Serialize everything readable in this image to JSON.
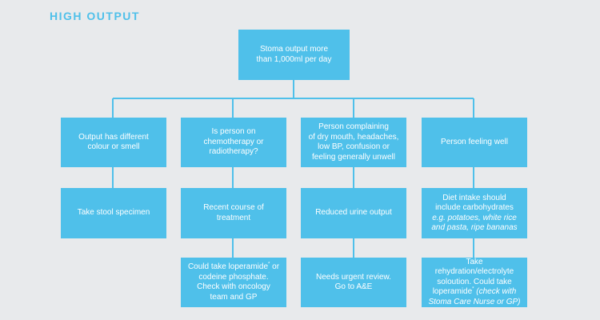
{
  "title": "HIGH OUTPUT",
  "colors": {
    "accent": "#4fc0ea",
    "background": "#e8eaec",
    "text": "#ffffff"
  },
  "root": [
    "Stoma output more",
    "than 1,000ml per day"
  ],
  "columns": [
    {
      "level1": [
        "Output has different",
        "colour or smell"
      ],
      "level2": [
        "Take stool specimen"
      ]
    },
    {
      "level1": [
        "Is person on",
        "chemotherapy or",
        "radiotherapy?"
      ],
      "level2": [
        "Recent course of treatment"
      ],
      "level3": {
        "line1a": "Could take loperamide",
        "line1sup": "*",
        "line1b": " or",
        "rest": [
          "codeine phosphate.",
          "Check with oncology",
          "team and GP"
        ]
      }
    },
    {
      "level1": [
        "Person complaining",
        "of dry mouth, headaches,",
        "low BP, confusion or",
        "feeling generally unwell"
      ],
      "level2": [
        "Reduced urine output"
      ],
      "level3": {
        "lines": [
          "Needs urgent review.",
          "Go to A&E"
        ]
      }
    },
    {
      "level1": [
        "Person feeling well"
      ],
      "level2": {
        "lines": [
          "Diet intake should",
          "include carbohydrates"
        ],
        "italic": [
          "e.g. potatoes, white rice",
          "and pasta, ripe bananas"
        ]
      },
      "level3": {
        "line1": "Take rehydration/electrolyte",
        "line2": "soloution. Could take",
        "line3a": "loperamide",
        "line3sup": "*",
        "line3italic": " (check with",
        "line4italic": "Stoma Care Nurse or GP)"
      }
    }
  ]
}
